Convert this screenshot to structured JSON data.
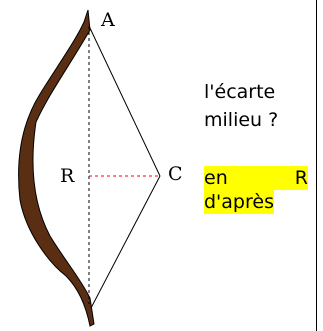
{
  "diagram": {
    "labels": {
      "A": "A",
      "R": "R",
      "C": "C"
    },
    "colors": {
      "bow_fill": "#5a2e12",
      "bow_stroke": "#000000",
      "chord": "#000000",
      "radius": "#ff0000",
      "highlight": "#ffff00"
    }
  },
  "text": {
    "question_line1": "l'écarte",
    "question_line2": "milieu ?",
    "answer_word1": "en",
    "answer_word2": "R",
    "answer_line2": "d'après"
  }
}
